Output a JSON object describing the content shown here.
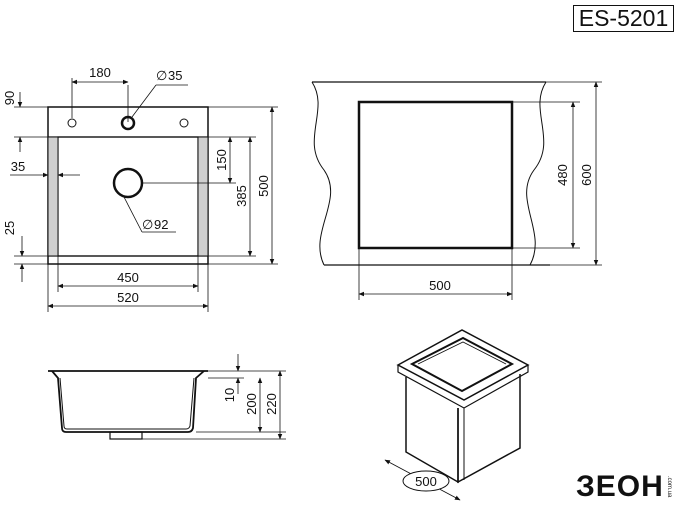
{
  "model": "ES-5201",
  "brand": {
    "name": "ЗЕОН",
    "sub": ".com.ua"
  },
  "top_view": {
    "dim_180": "180",
    "dim_hole_35": "35",
    "dim_90": "90",
    "dim_35": "35",
    "dim_25": "25",
    "dim_150": "150",
    "dim_385": "385",
    "dim_500": "500",
    "dim_drain_92": "92",
    "dim_450": "450",
    "dim_520": "520",
    "dia_symbol": "∅"
  },
  "cutout_view": {
    "dim_480": "480",
    "dim_600": "600",
    "dim_500": "500"
  },
  "side_view": {
    "dim_10": "10",
    "dim_200": "200",
    "dim_220": "220"
  },
  "cabinet_view": {
    "dim_500": "500"
  }
}
